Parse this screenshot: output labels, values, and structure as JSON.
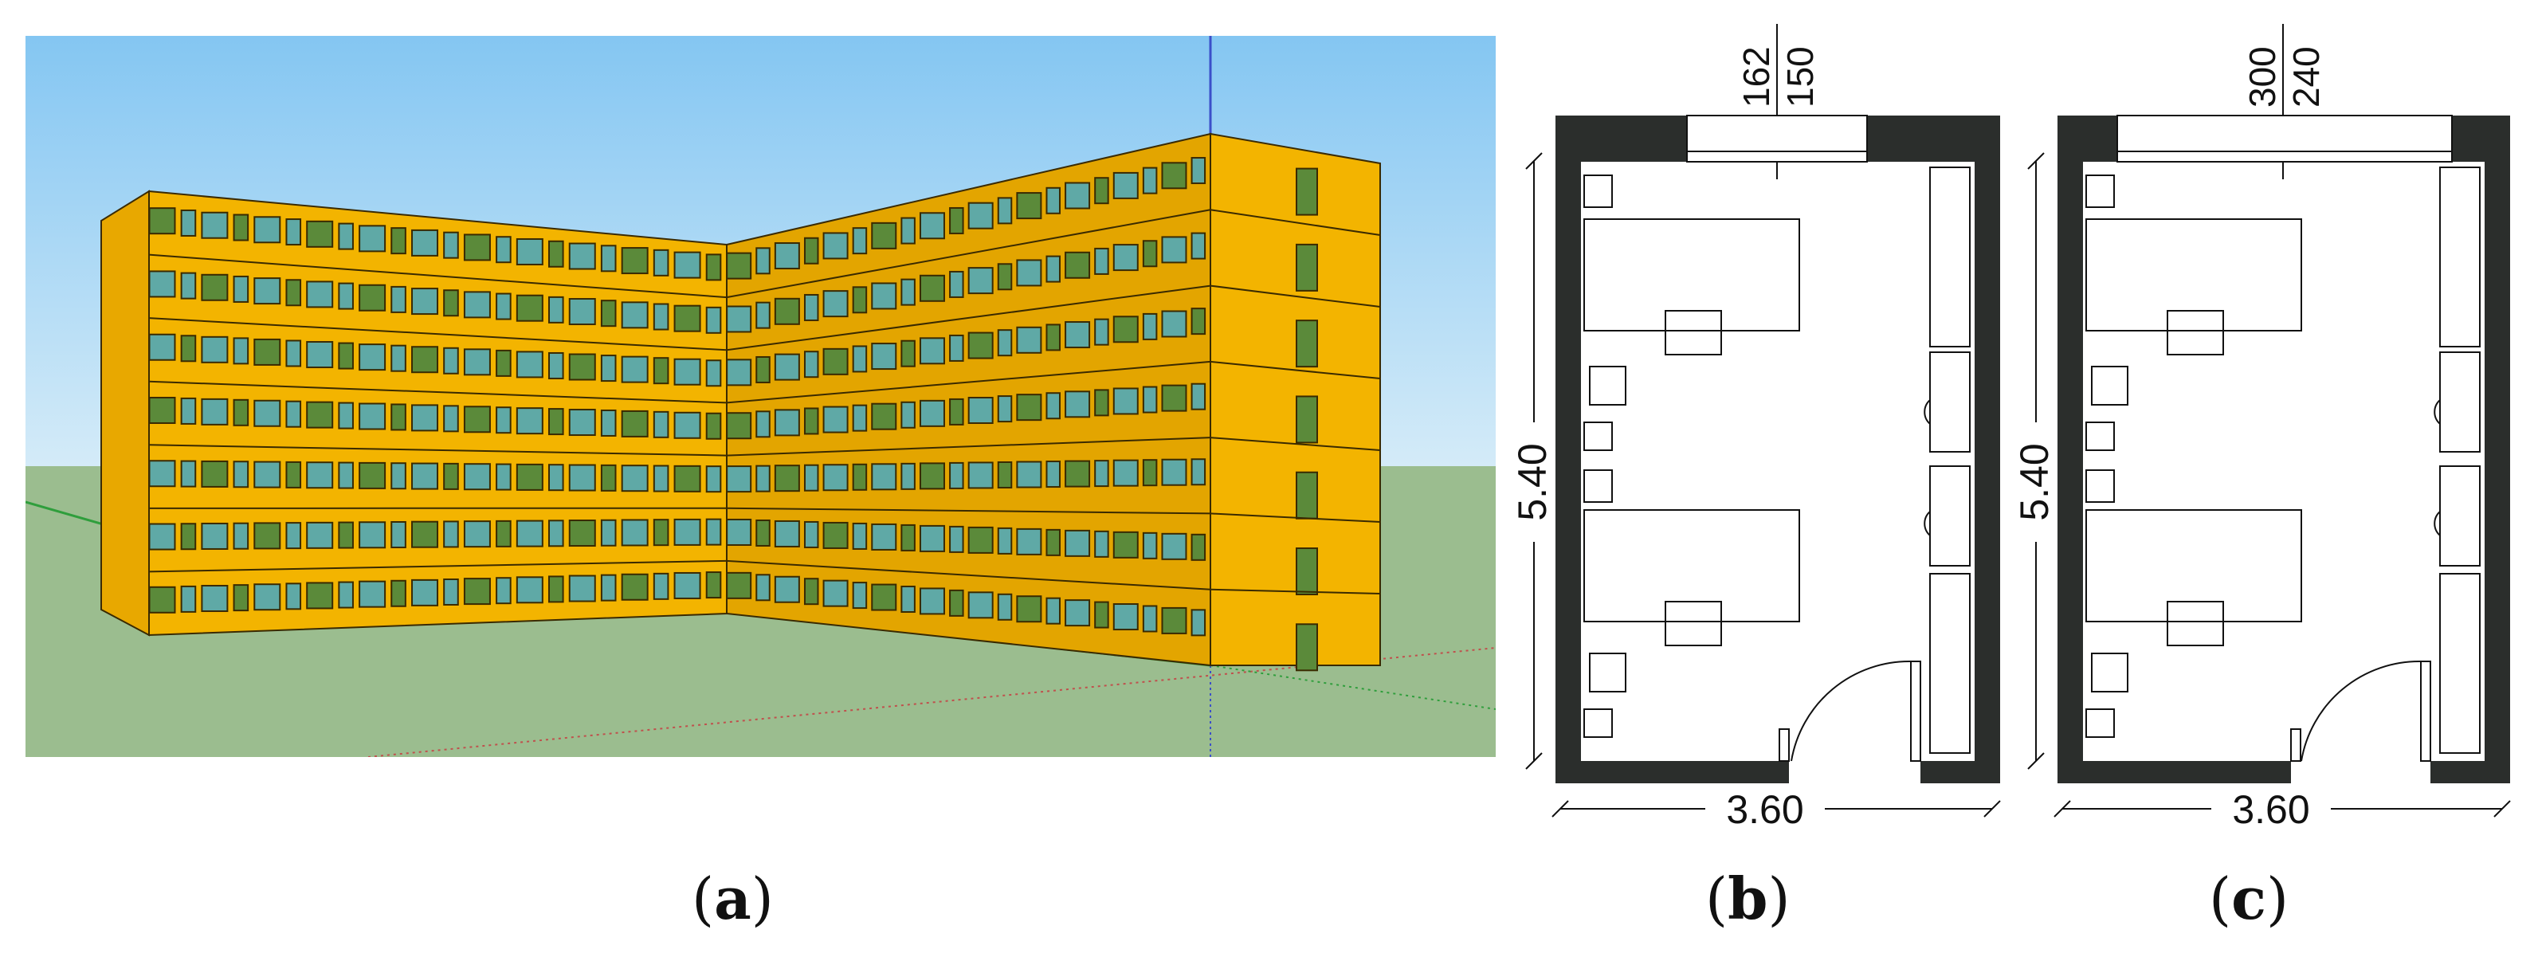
{
  "captions": {
    "a": "a",
    "b": "b",
    "c": "c"
  },
  "plan_b": {
    "window_left_dim": "162",
    "window_right_dim": "150",
    "room_depth": "5.40",
    "room_width": "3.60"
  },
  "plan_c": {
    "window_left_dim": "300",
    "window_right_dim": "240",
    "room_depth": "5.40",
    "room_width": "3.60"
  },
  "colors": {
    "sky_top": "#8ecbf2",
    "sky_bottom": "#cfe7f7",
    "ground": "#9bbd8f",
    "facade": "#f3b400",
    "facade_shade": "#e0a300",
    "window_blue": "#5fa9a6",
    "window_green": "#5b8a3a",
    "wall": "#2b2e2c"
  }
}
